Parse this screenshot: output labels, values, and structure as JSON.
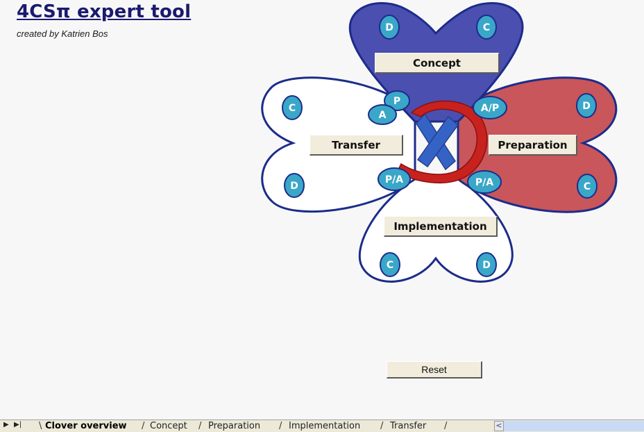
{
  "header": {
    "title": "4CSπ expert tool",
    "subtitle": "created by Katrien Bos"
  },
  "colors": {
    "concept_fill": "#4a4fb0",
    "preparation_fill": "#c8565a",
    "outline": "#1c2c8a",
    "node_fill": "#3aa7c8",
    "arrow_red": "#c7221e",
    "cross_blue": "#3563c5"
  },
  "clover": {
    "concept": {
      "label": "Concept",
      "nodes": [
        "D",
        "C"
      ]
    },
    "preparation": {
      "label": "Preparation",
      "nodes": [
        "D",
        "C"
      ]
    },
    "implementation": {
      "label": "Implementation",
      "nodes": [
        "C",
        "D"
      ]
    },
    "transfer": {
      "label": "Transfer",
      "nodes": [
        "C",
        "D"
      ]
    },
    "center_nodes": {
      "p": "P",
      "a": "A",
      "a_p": "A/P",
      "p_a_left": "P/A",
      "p_a_right": "P/A"
    },
    "center_icon": "cycle-cross-icon"
  },
  "reset_label": "Reset",
  "sheet_tabs": {
    "nav_first_icon": "first-sheet-arrow-icon",
    "nav_last_icon": "last-sheet-arrow-icon",
    "tabs": [
      {
        "label": "Clover overview",
        "active": true
      },
      {
        "label": "Concept",
        "active": false
      },
      {
        "label": "Preparation",
        "active": false
      },
      {
        "label": "Implementation",
        "active": false
      },
      {
        "label": "Transfer",
        "active": false
      }
    ]
  }
}
